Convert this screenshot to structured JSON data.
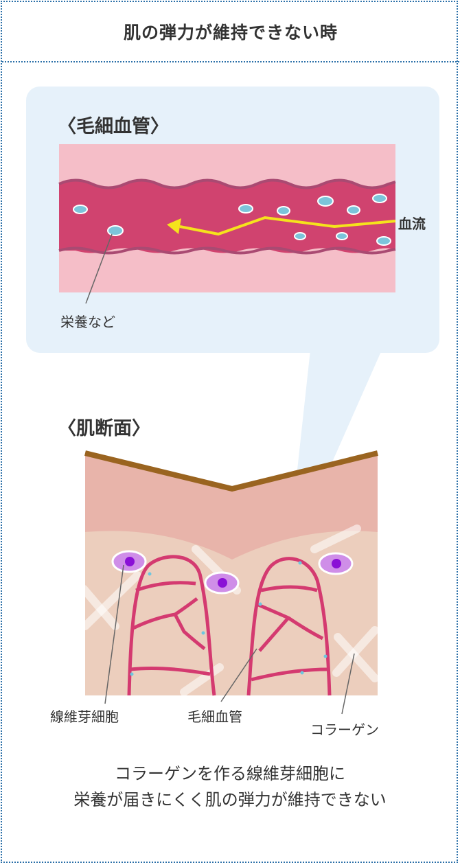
{
  "title": "肌の弾力が維持できない時",
  "capillary_section": {
    "heading": "〈毛細血管〉",
    "blood_flow_label": "血流",
    "nutrients_label": "栄養など"
  },
  "skin_section": {
    "heading": "〈肌断面〉",
    "fibroblast_label": "線維芽細胞",
    "capillary_label": "毛細血管",
    "collagen_label": "コラーゲン"
  },
  "caption": {
    "line1": "コラーゲンを作る線維芽細胞に",
    "line2": "栄養が届きにくく肌の弾力が維持できない"
  },
  "colors": {
    "border": "#2a6fa8",
    "callout_bg": "#e6f1fa",
    "vessel_outer": "#f5bec8",
    "vessel_blood": "#d0436f",
    "flow_arrow": "#f5e31c",
    "cell_blue": "#7cc4da",
    "epidermis_line": "#9a6420",
    "epidermis": "#e8b4aa",
    "dermis": "#eccebd",
    "capillary_loop": "#d43a70",
    "fibroblast_outer": "#cf8ee8",
    "fibroblast_nucleus": "#8a10d6"
  }
}
